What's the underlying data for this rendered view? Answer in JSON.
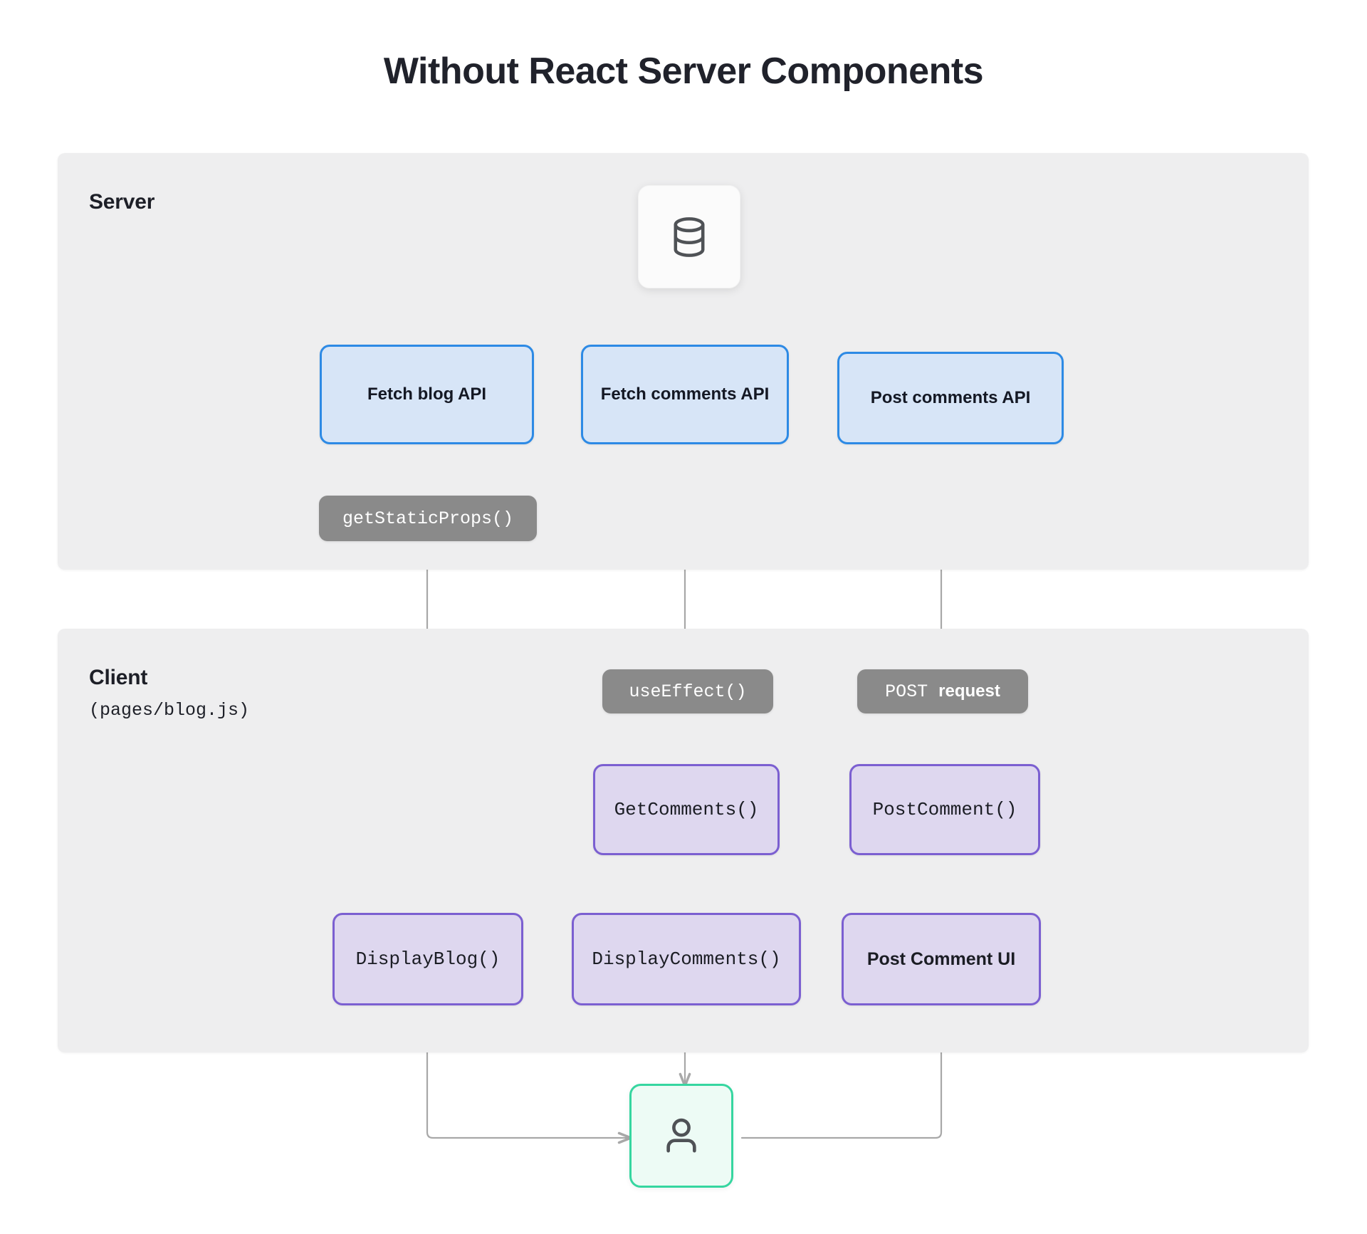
{
  "title": "Without React Server Components",
  "colors": {
    "panel_bg": "#eeeeef",
    "api_fill": "#d7e5f7",
    "api_border": "#2d8ae5",
    "component_fill": "#ded7ef",
    "component_border": "#7b5fd1",
    "pill_bg": "#8a8a8a",
    "user_border": "#36d6a0",
    "user_fill": "#edfbf5",
    "wire": "#a8a8a8",
    "text": "#1d1f27"
  },
  "panels": {
    "server": {
      "title": "Server"
    },
    "client": {
      "title": "Client",
      "subtitle": "(pages/blog.js)"
    }
  },
  "nodes": {
    "database": {
      "icon": "database-icon"
    },
    "user": {
      "icon": "user-icon"
    },
    "fetch_blog_api": {
      "label": "Fetch blog API"
    },
    "fetch_comments_api": {
      "label": "Fetch  comments API"
    },
    "post_comments_api": {
      "label": "Post comments API"
    },
    "get_comments": {
      "label": "GetComments()"
    },
    "post_comment": {
      "label": "PostComment()"
    },
    "display_blog": {
      "label": "DisplayBlog()"
    },
    "display_comments": {
      "label": "DisplayComments()"
    },
    "post_comment_ui": {
      "label": "Post Comment UI"
    }
  },
  "pills": {
    "get_static_props": {
      "label": "getStaticProps()"
    },
    "use_effect": {
      "label": "useEffect()"
    },
    "post_request": {
      "mono_part": "POST ",
      "bold_part": "request"
    }
  },
  "edges": [
    {
      "from": "database",
      "to": "fetch_blog_api",
      "style": "elbow"
    },
    {
      "from": "database",
      "to": "fetch_comments_api",
      "style": "straight"
    },
    {
      "from": "post_comments_api",
      "to": "database",
      "style": "elbow"
    },
    {
      "from": "fetch_blog_api",
      "to": "display_blog",
      "style": "straight"
    },
    {
      "from": "fetch_comments_api",
      "to": "get_comments",
      "style": "straight"
    },
    {
      "from": "get_comments",
      "to": "display_comments",
      "style": "straight"
    },
    {
      "from": "post_comment",
      "to": "post_comments_api",
      "style": "straight"
    },
    {
      "from": "display_blog",
      "to": "user",
      "style": "elbow"
    },
    {
      "from": "display_comments",
      "to": "user",
      "style": "straight"
    },
    {
      "from": "user",
      "to": "post_comment_ui",
      "style": "elbow"
    },
    {
      "from": "post_comment_ui",
      "to": "post_comment",
      "style": "straight"
    }
  ]
}
